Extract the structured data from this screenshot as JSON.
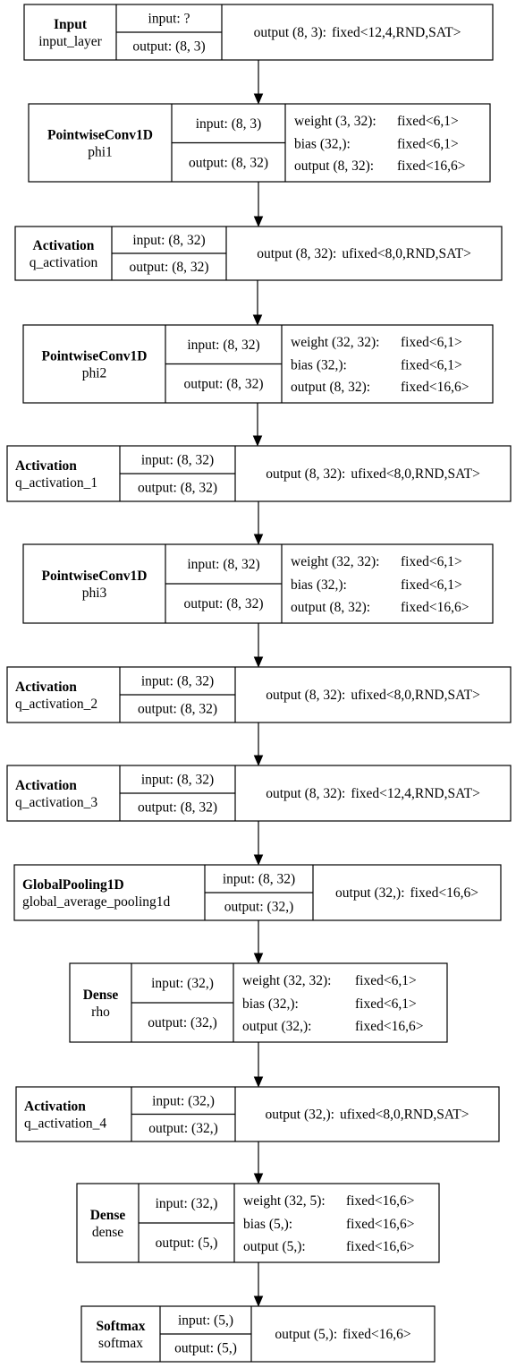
{
  "nodes": [
    {
      "type": "Input",
      "name": "input_layer",
      "input": "input: ?",
      "output": "output: (8, 3)",
      "params": [
        {
          "label": "output (8, 3):",
          "value": "fixed<12,4,RND,SAT>"
        }
      ]
    },
    {
      "type": "PointwiseConv1D",
      "name": "phi1",
      "input": "input: (8, 3)",
      "output": "output: (8, 32)",
      "params": [
        {
          "label": "weight (3, 32):",
          "value": "fixed<6,1>"
        },
        {
          "label": "bias (32,):",
          "value": "fixed<6,1>"
        },
        {
          "label": "output (8, 32):",
          "value": "fixed<16,6>"
        }
      ]
    },
    {
      "type": "Activation",
      "name": "q_activation",
      "input": "input: (8, 32)",
      "output": "output: (8, 32)",
      "params": [
        {
          "label": "output (8, 32):",
          "value": "ufixed<8,0,RND,SAT>"
        }
      ]
    },
    {
      "type": "PointwiseConv1D",
      "name": "phi2",
      "input": "input: (8, 32)",
      "output": "output: (8, 32)",
      "params": [
        {
          "label": "weight (32, 32):",
          "value": "fixed<6,1>"
        },
        {
          "label": "bias (32,):",
          "value": "fixed<6,1>"
        },
        {
          "label": "output (8, 32):",
          "value": "fixed<16,6>"
        }
      ]
    },
    {
      "type": "Activation",
      "name": "q_activation_1",
      "input": "input: (8, 32)",
      "output": "output: (8, 32)",
      "params": [
        {
          "label": "output (8, 32):",
          "value": "ufixed<8,0,RND,SAT>"
        }
      ]
    },
    {
      "type": "PointwiseConv1D",
      "name": "phi3",
      "input": "input: (8, 32)",
      "output": "output: (8, 32)",
      "params": [
        {
          "label": "weight (32, 32):",
          "value": "fixed<6,1>"
        },
        {
          "label": "bias (32,):",
          "value": "fixed<6,1>"
        },
        {
          "label": "output (8, 32):",
          "value": "fixed<16,6>"
        }
      ]
    },
    {
      "type": "Activation",
      "name": "q_activation_2",
      "input": "input: (8, 32)",
      "output": "output: (8, 32)",
      "params": [
        {
          "label": "output (8, 32):",
          "value": "ufixed<8,0,RND,SAT>"
        }
      ]
    },
    {
      "type": "Activation",
      "name": "q_activation_3",
      "input": "input: (8, 32)",
      "output": "output: (8, 32)",
      "params": [
        {
          "label": "output (8, 32):",
          "value": "fixed<12,4,RND,SAT>"
        }
      ]
    },
    {
      "type": "GlobalPooling1D",
      "name": "global_average_pooling1d",
      "input": "input: (8, 32)",
      "output": "output: (32,)",
      "params": [
        {
          "label": "output (32,):",
          "value": "fixed<16,6>"
        }
      ]
    },
    {
      "type": "Dense",
      "name": "rho",
      "input": "input: (32,)",
      "output": "output: (32,)",
      "params": [
        {
          "label": "weight (32, 32):",
          "value": "fixed<6,1>"
        },
        {
          "label": "bias (32,):",
          "value": "fixed<6,1>"
        },
        {
          "label": "output (32,):",
          "value": "fixed<16,6>"
        }
      ]
    },
    {
      "type": "Activation",
      "name": "q_activation_4",
      "input": "input: (32,)",
      "output": "output: (32,)",
      "params": [
        {
          "label": "output (32,):",
          "value": "ufixed<8,0,RND,SAT>"
        }
      ]
    },
    {
      "type": "Dense",
      "name": "dense",
      "input": "input: (32,)",
      "output": "output: (5,)",
      "params": [
        {
          "label": "weight (32, 5):",
          "value": "fixed<16,6>"
        },
        {
          "label": "bias (5,):",
          "value": "fixed<16,6>"
        },
        {
          "label": "output (5,):",
          "value": "fixed<16,6>"
        }
      ]
    },
    {
      "type": "Softmax",
      "name": "softmax",
      "input": "input: (5,)",
      "output": "output: (5,)",
      "params": [
        {
          "label": "output (5,):",
          "value": "fixed<16,6>"
        }
      ]
    }
  ]
}
